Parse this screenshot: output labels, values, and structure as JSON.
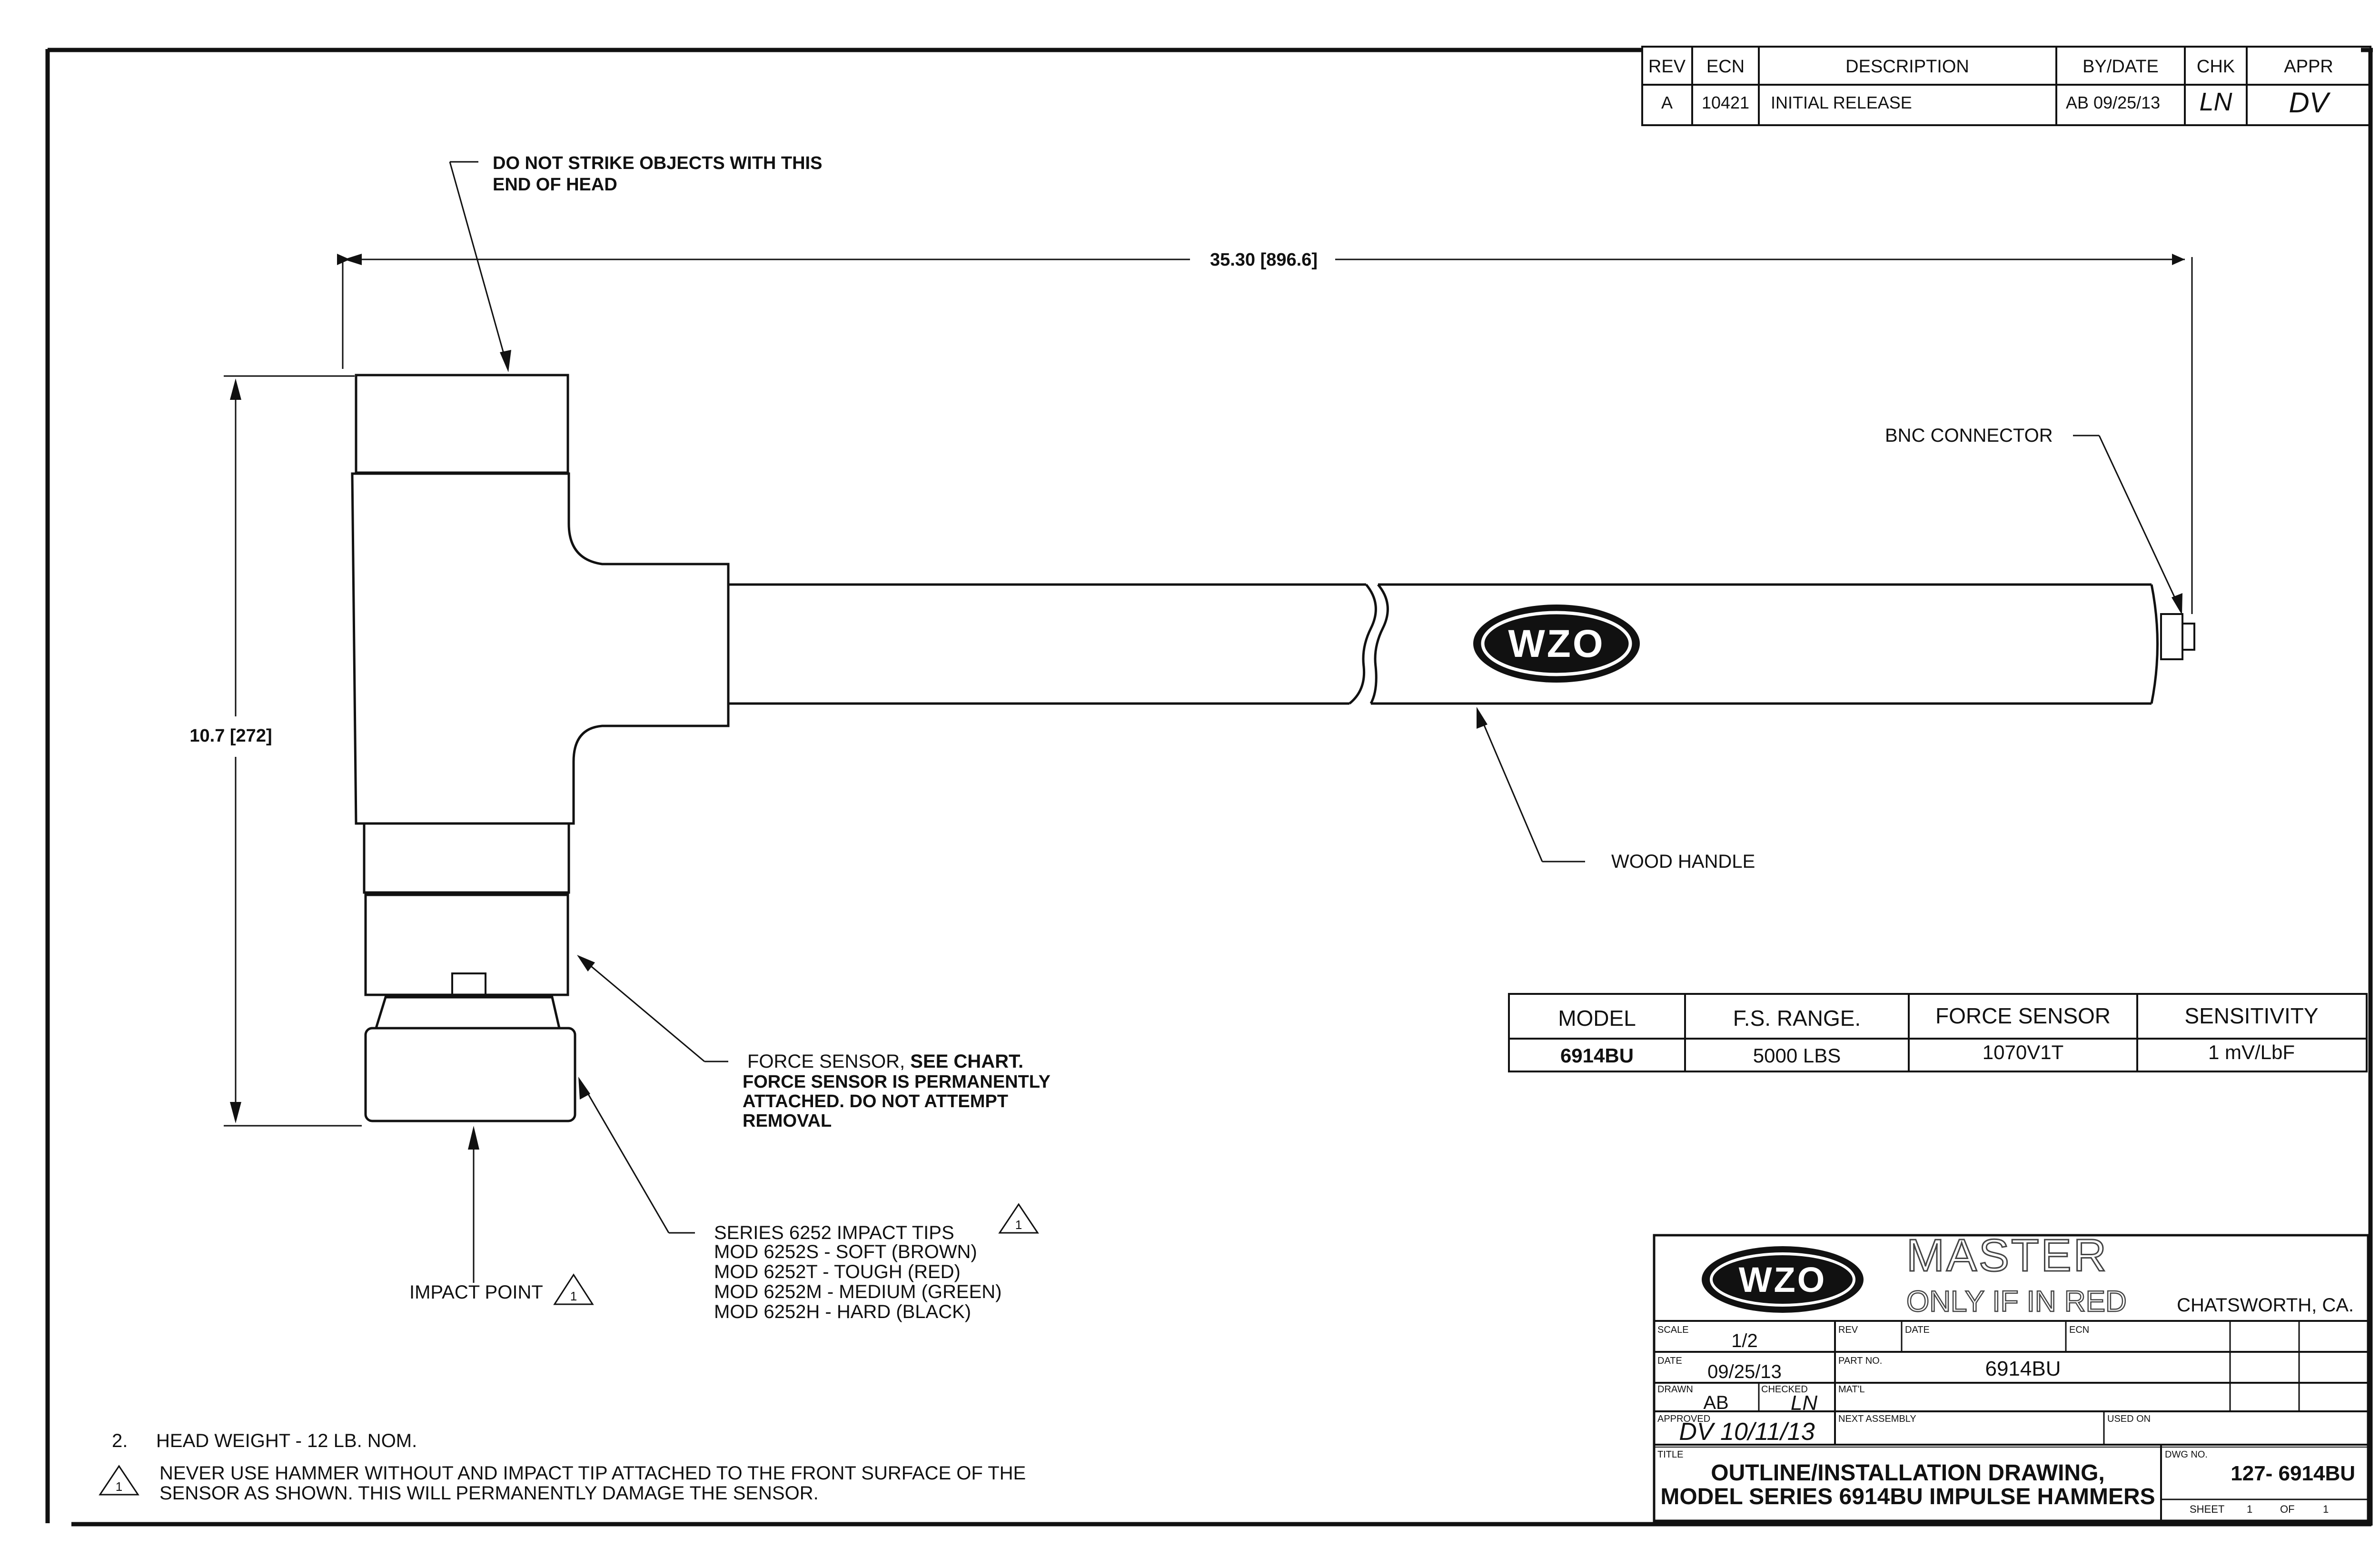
{
  "revision_table": {
    "headers": [
      "REV",
      "ECN",
      "DESCRIPTION",
      "BY/DATE",
      "CHK",
      "APPR"
    ],
    "row": [
      "A",
      "10421",
      "INITIAL RELEASE",
      "AB 09/25/13",
      "LN",
      "DV"
    ]
  },
  "callouts": {
    "do_not_strike": [
      "DO NOT STRIKE OBJECTS WITH THIS",
      "END OF HEAD"
    ],
    "overall_length": "35.30 [896.6]",
    "head_height": "10.7 [272]",
    "bnc_connector": "BNC CONNECTOR",
    "wood_handle": "WOOD HANDLE",
    "force_sensor_prefix": "FORCE SENSOR, ",
    "force_sensor_bold": "SEE CHART.",
    "force_sensor_lines": [
      "FORCE SENSOR IS PERMANENTLY",
      "ATTACHED. DO NOT ATTEMPT",
      "REMOVAL"
    ],
    "impact_tips": [
      "SERIES 6252 IMPACT TIPS",
      "MOD 6252S - SOFT (BROWN)",
      "MOD 6252T - TOUGH (RED)",
      "MOD 6252M - MEDIUM (GREEN)",
      "MOD 6252H - HARD (BLACK)"
    ],
    "impact_point": "IMPACT POINT",
    "note_flag": "1"
  },
  "handle_logo": "WZO",
  "spec_table": {
    "headers": [
      "MODEL",
      "F.S. RANGE.",
      "FORCE SENSOR",
      "SENSITIVITY"
    ],
    "row": [
      "6914BU",
      "5000 LBS",
      "1070V1T",
      "1 mV/LbF"
    ]
  },
  "notes": {
    "note2_num": "2.",
    "note2": "HEAD WEIGHT - 12 LB. NOM.",
    "note1_lines": [
      "NEVER USE HAMMER WITHOUT AND IMPACT TIP ATTACHED TO THE FRONT SURFACE OF THE",
      "SENSOR AS SHOWN. THIS WILL PERMANENTLY DAMAGE THE SENSOR."
    ]
  },
  "title_block": {
    "logo": "WZO",
    "stamp_line1": "MASTER",
    "stamp_line2": "ONLY IF IN RED",
    "location": "CHATSWORTH, CA.",
    "scale_label": "SCALE",
    "scale": "1/2",
    "rev_label": "REV",
    "date_label_top": "DATE",
    "ecn_label": "ECN",
    "date_label": "DATE",
    "date": "09/25/13",
    "part_no_label": "PART NO.",
    "part_no": "6914BU",
    "drawn_label": "DRAWN",
    "drawn": "AB",
    "checked_label": "CHECKED",
    "checked": "LN",
    "matl_label": "MAT'L",
    "approved_label": "APPROVED",
    "approved": "DV 10/11/13",
    "next_assembly_label": "NEXT ASSEMBLY",
    "used_on_label": "USED ON",
    "title_label": "TITLE",
    "title_line1": "OUTLINE/INSTALLATION DRAWING,",
    "title_line2": "MODEL SERIES 6914BU IMPULSE HAMMERS",
    "dwg_no_label": "DWG NO.",
    "dwg_no": "127- 6914BU",
    "sheet_label": "SHEET",
    "sheet": "1",
    "of_label": "OF",
    "sheet_total": "1"
  }
}
